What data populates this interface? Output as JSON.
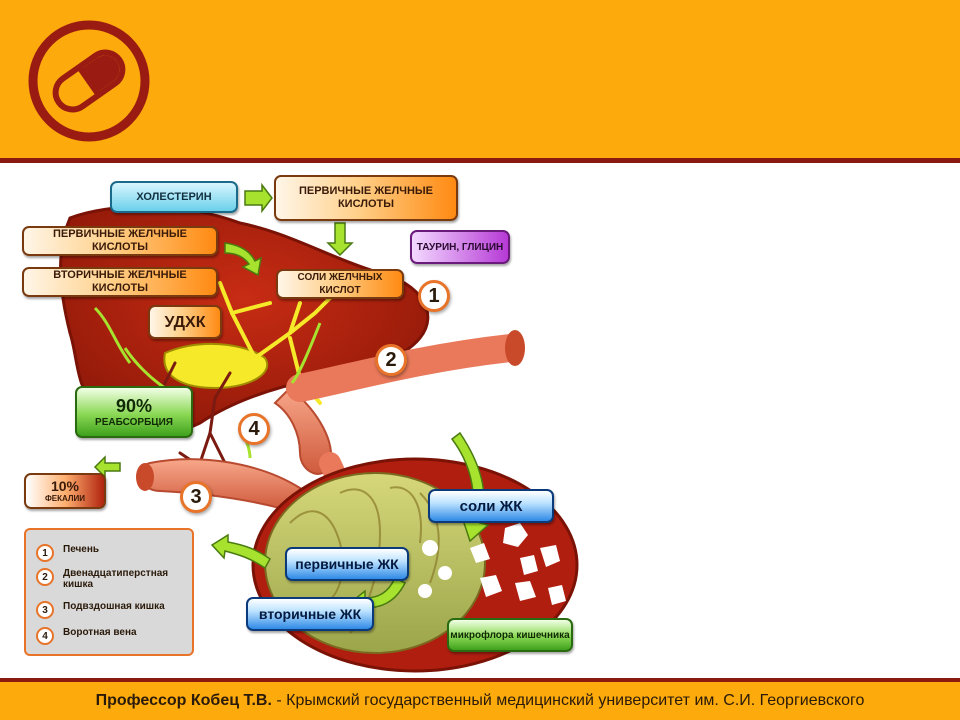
{
  "labels": {
    "cholesterol": "ХОЛЕСТЕРИН",
    "primary_acids_top": "ПЕРВИЧНЫЕ ЖЕЛЧНЫЕ КИСЛОТЫ",
    "primary_acids_left": "ПЕРВИЧНЫЕ ЖЕЛЧНЫЕ КИСЛОТЫ",
    "secondary_acids_left": "ВТОРИЧНЫЕ ЖЕЛЧНЫЕ КИСЛОТЫ",
    "taurine": "ТАУРИН, ГЛИЦИН",
    "salts": "СОЛИ ЖЕЛЧНЫХ КИСЛОТ",
    "udca": "УДХК",
    "reabsorption_pct": "90%",
    "reabsorption": "РЕАБСОРБЦИЯ",
    "feces_pct": "10%",
    "feces": "ФЕКАЛИИ",
    "salts_bj": "соли ЖК",
    "primary_bj": "первичные ЖК",
    "secondary_bj": "вторичные ЖК",
    "microflora": "микрофлора кишечника"
  },
  "markers": [
    "1",
    "2",
    "3",
    "4"
  ],
  "legend": [
    {
      "num": "1",
      "text": "Печень"
    },
    {
      "num": "2",
      "text": "Двенадцатиперстная кишка"
    },
    {
      "num": "3",
      "text": "Подвздошная кишка"
    },
    {
      "num": "4",
      "text": "Воротная вена"
    }
  ],
  "footer": {
    "author": "Профессор Кобец Т.В.",
    "separator": " - ",
    "institution": "Крымский государственный медицинский университет им. С.И. Георгиевского"
  },
  "colors": {
    "header": "#fdaa0c",
    "accent_line": "#8a1a10",
    "liver": "#b3200f",
    "intestine": "#e9795a",
    "arrow": "#a6e22e"
  },
  "icons": [
    "pill-capsule-icon"
  ]
}
